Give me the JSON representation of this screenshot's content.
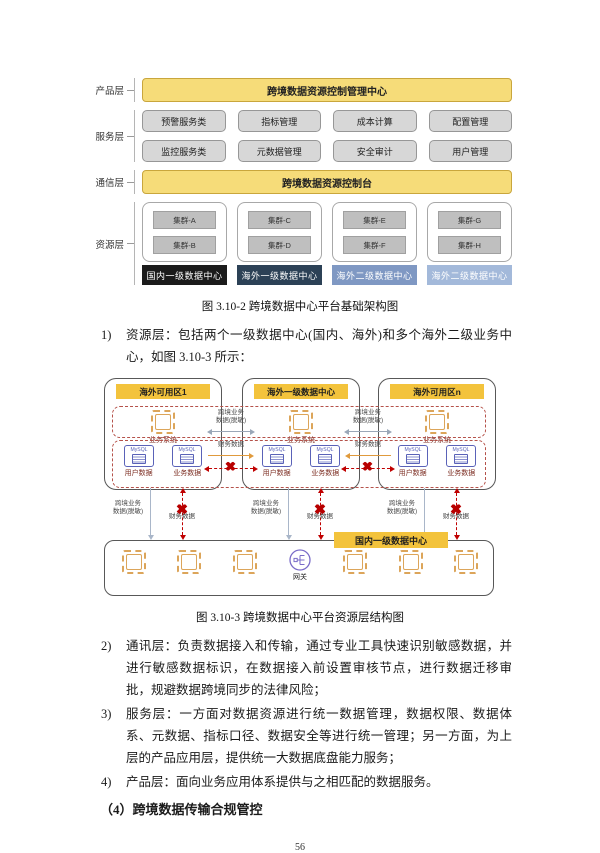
{
  "colors": {
    "soft_yellow": "#f6dc79",
    "gold_yellow": "#f3c33c",
    "blocked_red": "#b80000",
    "flow_orange": "#e09a3c",
    "footer_domestic": "#1b1b1b",
    "footer_overseas_l1": "#2c4156",
    "footer_overseas_l2a": "#7f98c3",
    "footer_overseas_l2b": "#a3b9da"
  },
  "figure1": {
    "caption": "图 3.10-2 跨境数据中心平台基础架构图",
    "product_layer": {
      "label": "产品层",
      "bar": "跨境数据资源控制管理中心"
    },
    "service_layer": {
      "label": "服务层",
      "items": [
        "预警服务类",
        "指标管理",
        "成本计算",
        "配置管理",
        "监控服务类",
        "元数据管理",
        "安全审计",
        "用户管理"
      ]
    },
    "comm_layer": {
      "label": "通信层",
      "bar": "跨境数据资源控制台"
    },
    "resource_layer": {
      "label": "资源层",
      "columns": [
        {
          "clusters": [
            "集群-A",
            "集群-B"
          ],
          "footer": "国内一级数据中心",
          "footer_color": "#1b1b1b"
        },
        {
          "clusters": [
            "集群-C",
            "集群-D"
          ],
          "footer": "海外一级数据中心",
          "footer_color": "#2c4156"
        },
        {
          "clusters": [
            "集群-E",
            "集群-F"
          ],
          "footer": "海外二级数据中心",
          "footer_color": "#7f98c3"
        },
        {
          "clusters": [
            "集群-G",
            "集群-H"
          ],
          "footer": "海外二级数据中心",
          "footer_color": "#a3b9da"
        }
      ]
    }
  },
  "para1": {
    "num": "1)",
    "text": "资源层：包括两个一级数据中心(国内、海外)和多个海外二级业务中心，如图 3.10-3 所示："
  },
  "figure2": {
    "caption": "图 3.10-3 跨境数据中心平台资源层结构图",
    "regions": [
      {
        "title": "海外可用区1"
      },
      {
        "title": "海外一级数据中心"
      },
      {
        "title": "海外可用区n"
      }
    ],
    "system_label": "业务系统",
    "mysql_label": "MySQL",
    "user_db_label": "用户数据",
    "biz_db_label": "业务数据",
    "flow_masked_line1": "跨境业务",
    "flow_masked_line2": "数据(脱敏)",
    "flow_financial": "财务数据",
    "blocked_label": "财务数据",
    "domestic_title": "国内一级数据中心",
    "gateway_label": "网关"
  },
  "paragraphs": [
    {
      "num": "2)",
      "text": "通讯层：负责数据接入和传输，通过专业工具快速识别敏感数据，并进行敏感数据标识，在数据接入前设置审核节点，进行数据迁移审批，规避数据跨境同步的法律风险；"
    },
    {
      "num": "3)",
      "text": "服务层：一方面对数据资源进行统一数据管理，数据权限、数据体系、元数据、指标口径、数据安全等进行统一管理；另一方面，为上层的产品应用层，提供统一大数据底盘能力服务；"
    },
    {
      "num": "4)",
      "text": "产品层：面向业务应用体系提供与之相匹配的数据服务。"
    }
  ],
  "heading": "（4）跨境数据传输合规管控",
  "page_number": "56"
}
